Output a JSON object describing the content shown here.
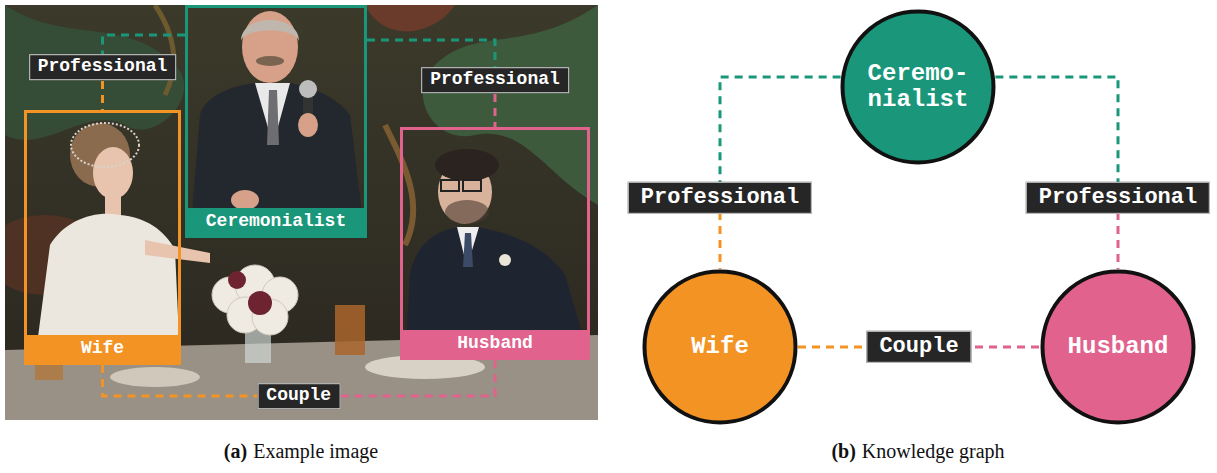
{
  "diagram": {
    "nodes": [
      {
        "text": [
          "Ceremonialist"
        ]
      },
      {
        "text": [
          "Wife"
        ]
      },
      {
        "text": [
          "Husband"
        ]
      },
      {
        "text": [
          "Ceremo- nialist"
        ]
      },
      {
        "text": [
          "Wife"
        ]
      },
      {
        "text": [
          "Husband"
        ]
      }
    ],
    "edges": [
      {
        "from": 0,
        "to": 1,
        "arrow": "none",
        "label": "Professional"
      },
      {
        "from": 0,
        "to": 2,
        "arrow": "none",
        "label": "Professional"
      },
      {
        "from": 1,
        "to": 2,
        "arrow": "none",
        "label": "Couple"
      },
      {
        "from": 3,
        "to": 4,
        "arrow": "none",
        "label": "Professional"
      },
      {
        "from": 3,
        "to": 5,
        "arrow": "none",
        "label": "Professional"
      },
      {
        "from": 4,
        "to": 5,
        "arrow": "none",
        "label": "Couple"
      }
    ],
    "labels": [
      "(a)",
      "Example image",
      "(b)",
      "Knowledge graph"
    ]
  }
}
